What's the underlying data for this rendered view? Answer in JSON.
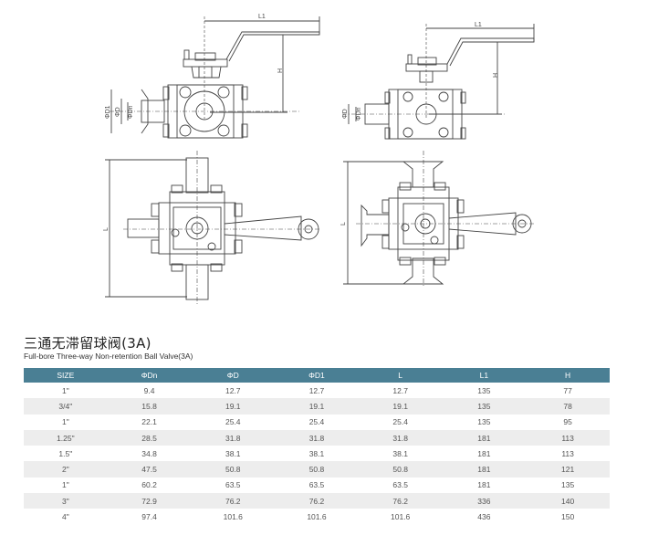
{
  "drawings": {
    "front_view_left": {
      "labels": {
        "l1": "L1",
        "h": "H",
        "d1": "ΦD1",
        "d": "ΦD",
        "dn": "ΦDn"
      }
    },
    "front_view_right": {
      "labels": {
        "l1": "L1",
        "h": "H",
        "d": "ΦD",
        "dn": "ΦDn"
      }
    },
    "top_view_left": {
      "labels": {
        "l": "L"
      }
    },
    "top_view_right": {
      "labels": {
        "l": "L"
      }
    }
  },
  "product": {
    "title_cn": "三通无滞留球阀(3A)",
    "title_en": "Full-bore Three-way Non-retention Ball Valve(3A)"
  },
  "table": {
    "header_color": "#4a7f94",
    "columns": [
      "SIZE",
      "ΦDn",
      "ΦD",
      "ΦD1",
      "L",
      "L1",
      "H"
    ],
    "rows": [
      [
        "1\"",
        "9.4",
        "12.7",
        "12.7",
        "12.7",
        "135",
        "77"
      ],
      [
        "3/4\"",
        "15.8",
        "19.1",
        "19.1",
        "19.1",
        "135",
        "78"
      ],
      [
        "1\"",
        "22.1",
        "25.4",
        "25.4",
        "25.4",
        "135",
        "95"
      ],
      [
        "1.25\"",
        "28.5",
        "31.8",
        "31.8",
        "31.8",
        "181",
        "113"
      ],
      [
        "1.5\"",
        "34.8",
        "38.1",
        "38.1",
        "38.1",
        "181",
        "113"
      ],
      [
        "2\"",
        "47.5",
        "50.8",
        "50.8",
        "50.8",
        "181",
        "121"
      ],
      [
        "1\"",
        "60.2",
        "63.5",
        "63.5",
        "63.5",
        "181",
        "135"
      ],
      [
        "3\"",
        "72.9",
        "76.2",
        "76.2",
        "76.2",
        "336",
        "140"
      ],
      [
        "4\"",
        "97.4",
        "101.6",
        "101.6",
        "101.6",
        "436",
        "150"
      ]
    ]
  }
}
